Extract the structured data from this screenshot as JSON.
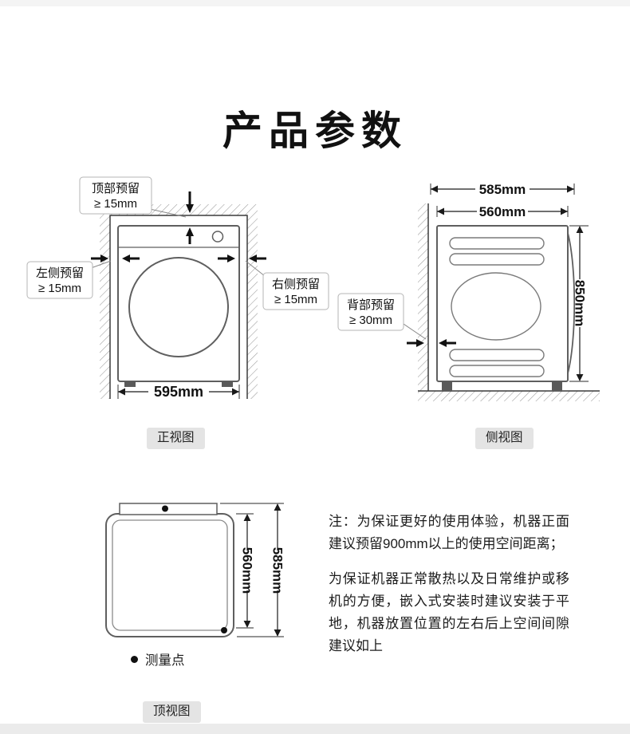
{
  "page": {
    "title": "产品参数"
  },
  "colors": {
    "ink": "#1a1a1a",
    "machine_line": "#5f5f5f",
    "hatch": "#9a9a9a",
    "badge_bg": "#e4e4e4"
  },
  "front_view": {
    "badge": "正视图",
    "top_clearance": {
      "line1": "顶部预留",
      "line2": "≥ 15mm"
    },
    "left_clearance": {
      "line1": "左侧预留",
      "line2": "≥ 15mm"
    },
    "right_clearance": {
      "line1": "右侧预留",
      "line2": "≥ 15mm"
    },
    "width_dim": "595mm"
  },
  "side_view": {
    "badge": "侧视图",
    "depth_outer_dim": "585mm",
    "depth_inner_dim": "560mm",
    "height_dim": "850mm",
    "back_clearance": {
      "line1": "背部预留",
      "line2": "≥ 30mm"
    }
  },
  "top_view": {
    "badge": "顶视图",
    "depth_inner_dim": "560mm",
    "depth_outer_dim": "585mm",
    "legend": "测量点"
  },
  "notes": {
    "para1": "注：为保证更好的使用体验，机器正面建议预留900mm以上的使用空间距离；",
    "para2": "为保证机器正常散热以及日常维护或移机的方便，嵌入式安装时建议安装于平地，机器放置位置的左右后上空间间隙建议如上"
  }
}
